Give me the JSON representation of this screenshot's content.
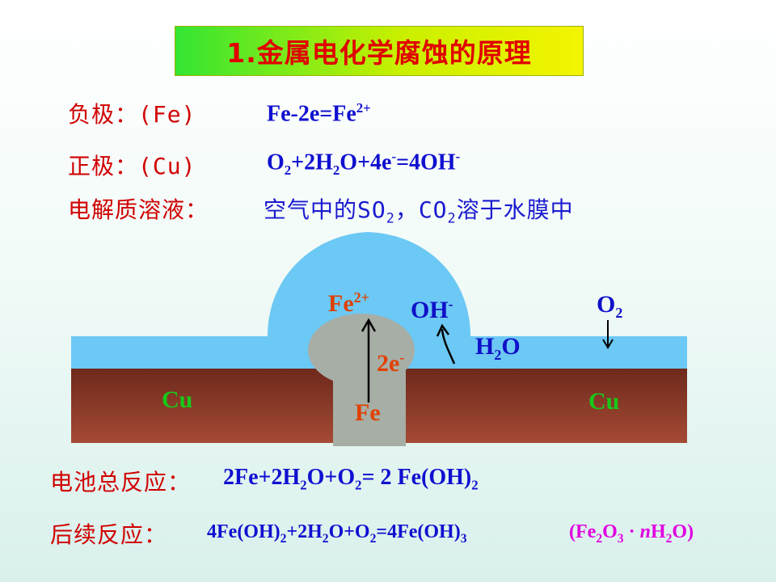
{
  "title": "1.金属电化学腐蚀的原理",
  "negative": {
    "label": "负极：(Fe)",
    "eq": [
      "Fe-2e=Fe",
      "2+"
    ]
  },
  "positive": {
    "label": "正极：(Cu)",
    "eq": [
      "O",
      "2",
      "+2H",
      "2",
      "O+4e",
      "-",
      "=4OH",
      "-"
    ]
  },
  "electrolyte": {
    "label": "电解质溶液：",
    "text": [
      "空气中的SO",
      "2",
      "，CO",
      "2",
      "溶于水膜中"
    ]
  },
  "diagram": {
    "fe_ion": [
      "Fe",
      "2+"
    ],
    "oh": [
      "OH",
      "-"
    ],
    "o2": [
      "O",
      "2"
    ],
    "h2o": [
      "H",
      "2",
      "O"
    ],
    "electrons": [
      "2e",
      "-"
    ],
    "fe": "Fe",
    "cu_left": "Cu",
    "cu_right": "Cu"
  },
  "total": {
    "label": "电池总反应：",
    "eq": [
      "2Fe+2H",
      "2",
      "O+O",
      "2",
      "= 2 Fe(OH)",
      "2"
    ]
  },
  "follow": {
    "label": "后续反应：",
    "eq": [
      "4Fe(OH)",
      "2",
      "+2H",
      "2",
      "O+O",
      "2",
      "=4Fe(OH)",
      "3"
    ],
    "note": [
      "(Fe",
      "2",
      "O",
      "3",
      " · ",
      "n",
      "H",
      "2",
      "O)"
    ]
  },
  "colors": {
    "title_text": "#e00000",
    "label": "#d00000",
    "equation": "#1010d0",
    "water": "#66ccff",
    "copper": "#8b3a2a",
    "iron": "#a7aea6",
    "note": "#e000e0"
  }
}
